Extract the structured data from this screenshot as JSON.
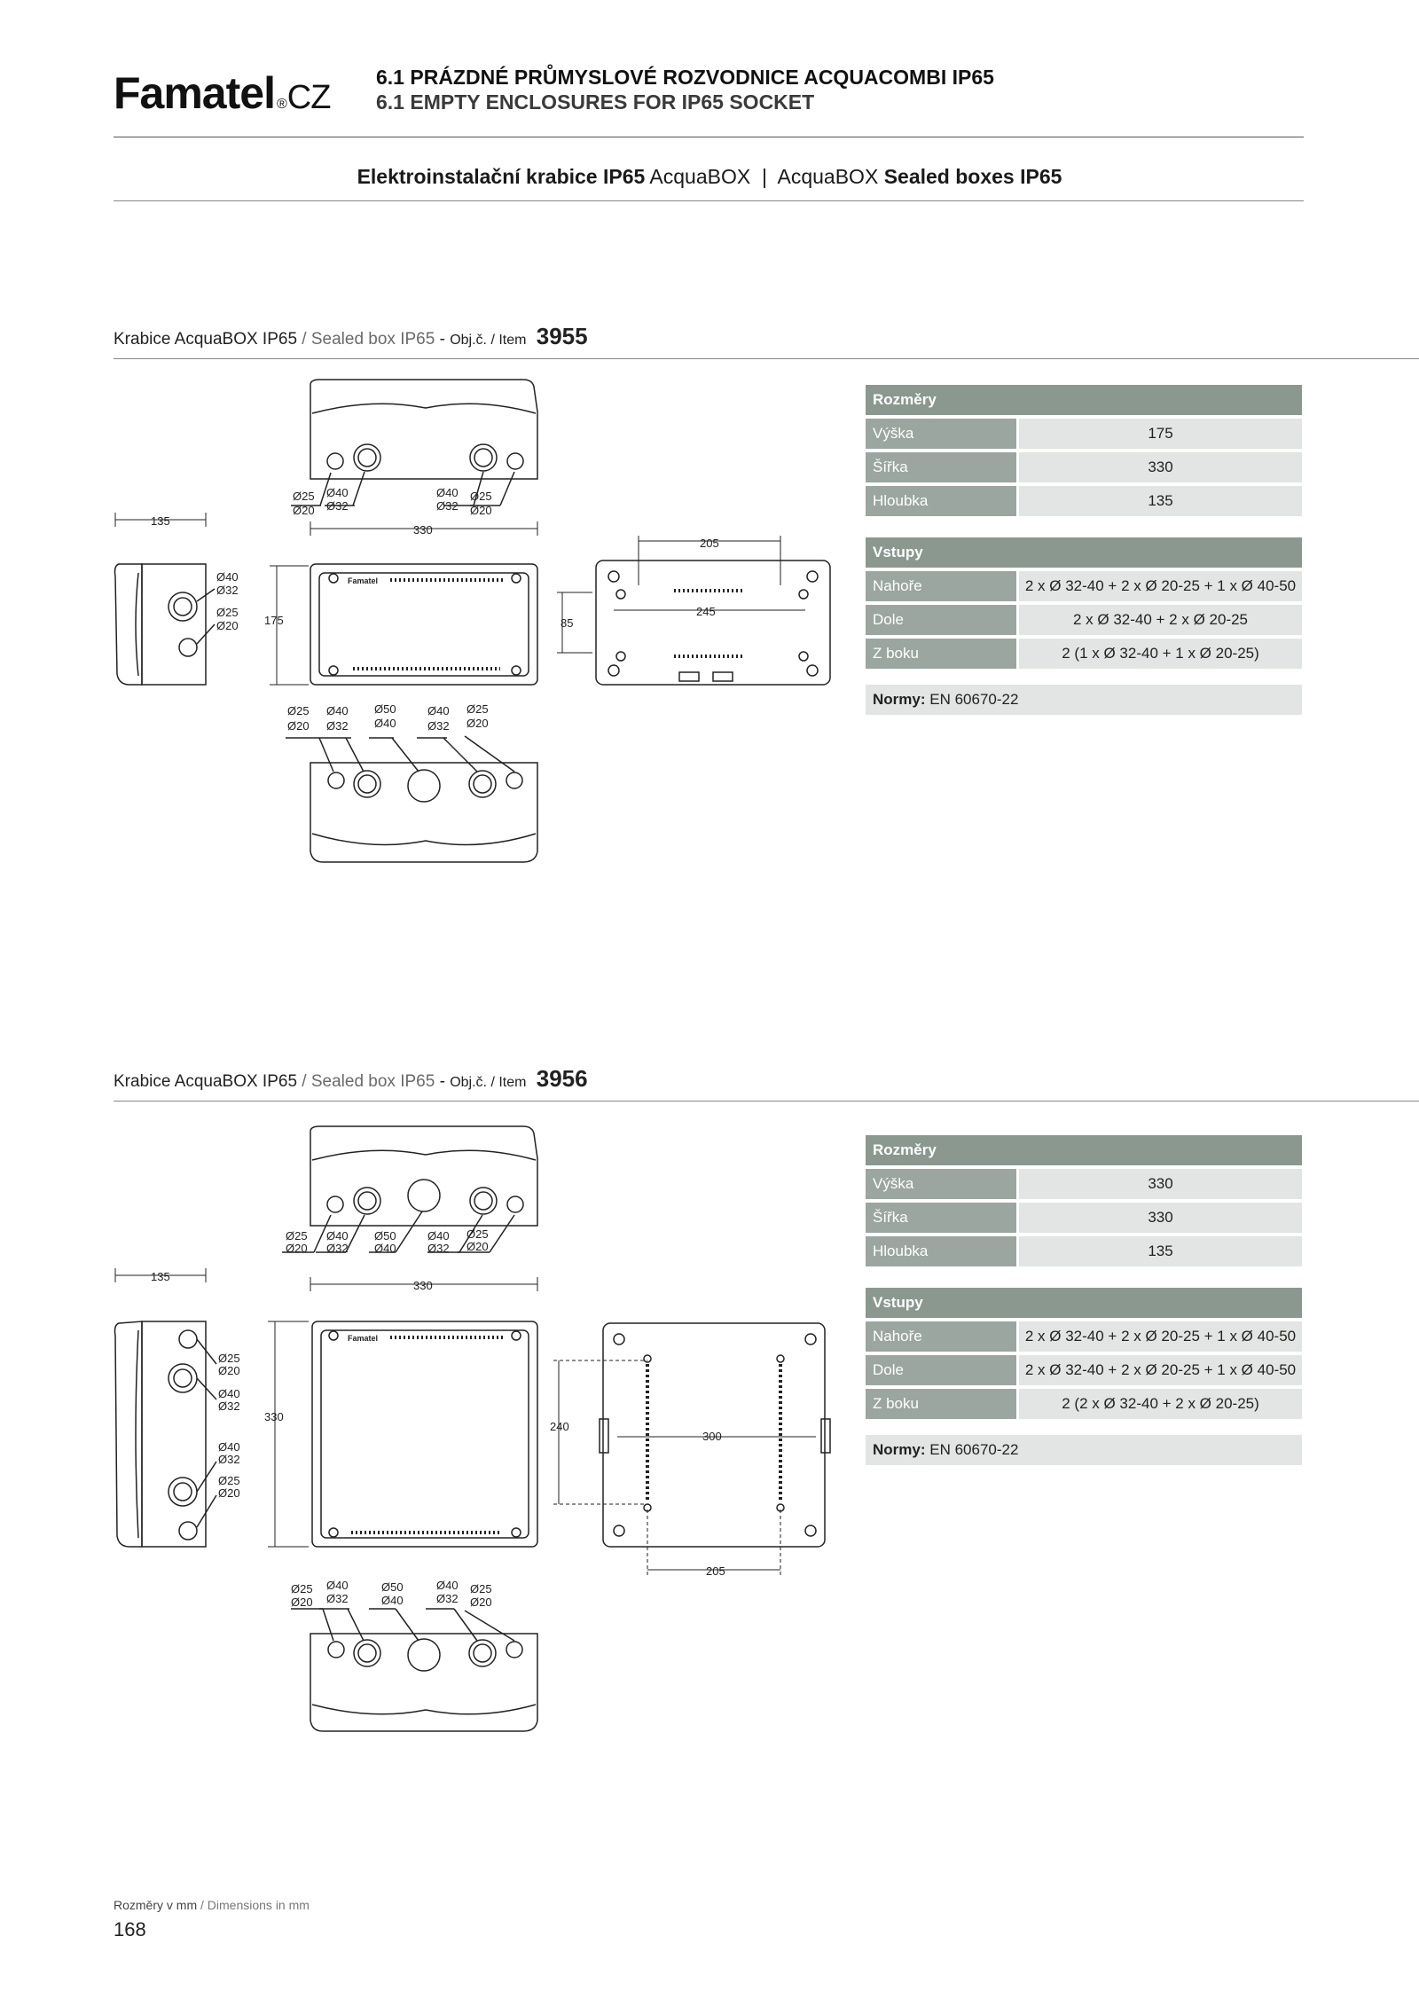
{
  "header": {
    "brand": "Famatel",
    "brand_reg": "®",
    "brand_suffix": "CZ",
    "title_cz": "6.1 PRÁZDNÉ PRŮMYSLOVÉ ROZVODNICE ACQUACOMBI IP65",
    "title_en": "6.1 EMPTY ENCLOSURES FOR IP65 SOCKET"
  },
  "subtitle": {
    "cz_bold": "Elektroinstalační krabice IP65",
    "cz_normal": "AcquaBOX",
    "sep": "|",
    "en_normal": "AcquaBOX",
    "en_bold": "Sealed boxes IP65"
  },
  "items": [
    {
      "head": {
        "cz": "Krabice AcquaBOX IP65",
        "slash": "/",
        "en": "Sealed box IP65",
        "dash": "-",
        "obj": "Obj.č. / Item",
        "number": "3955"
      },
      "specs": {
        "dims_title": "Rozměry",
        "dims": [
          {
            "label": "Výška",
            "value": "175"
          },
          {
            "label": "Šířka",
            "value": "330"
          },
          {
            "label": "Hloubka",
            "value": "135"
          }
        ],
        "inputs_title": "Vstupy",
        "inputs": [
          {
            "label": "Nahoře",
            "value": "2 x Ø 32-40 + 2 x Ø 20-25 + 1 x Ø 40-50"
          },
          {
            "label": "Dole",
            "value": "2 x Ø 32-40 + 2 x Ø 20-25"
          },
          {
            "label": "Z boku",
            "value": "2 (1 x Ø 32-40 + 1 x Ø 20-25)"
          }
        ],
        "norm_label": "Normy:",
        "norm_value": "EN 60670-22"
      },
      "drawing": {
        "top_labels": [
          "Ø25",
          "Ø20",
          "Ø40",
          "Ø32",
          "Ø40",
          "Ø32",
          "Ø25",
          "Ø20"
        ],
        "dim_depth": "135",
        "dim_width": "330",
        "dim_height": "175",
        "side_labels": [
          "Ø40",
          "Ø32",
          "Ø25",
          "Ø20"
        ],
        "front_brand": "Famatel",
        "back_dim_top": "205",
        "back_dim_mid": "245",
        "back_dim_left": "85",
        "bottom_labels": [
          "Ø25",
          "Ø20",
          "Ø40",
          "Ø32",
          "Ø50",
          "Ø40",
          "Ø40",
          "Ø32",
          "Ø25",
          "Ø20"
        ]
      }
    },
    {
      "head": {
        "cz": "Krabice AcquaBOX IP65",
        "slash": "/",
        "en": "Sealed box IP65",
        "dash": "-",
        "obj": "Obj.č. / Item",
        "number": "3956"
      },
      "specs": {
        "dims_title": "Rozměry",
        "dims": [
          {
            "label": "Výška",
            "value": "330"
          },
          {
            "label": "Šířka",
            "value": "330"
          },
          {
            "label": "Hloubka",
            "value": "135"
          }
        ],
        "inputs_title": "Vstupy",
        "inputs": [
          {
            "label": "Nahoře",
            "value": "2 x Ø 32-40 + 2 x Ø 20-25 + 1 x Ø 40-50"
          },
          {
            "label": "Dole",
            "value": "2 x Ø 32-40 + 2 x Ø 20-25 + 1 x Ø 40-50"
          },
          {
            "label": "Z boku",
            "value": "2 (2 x Ø 32-40 + 2 x Ø 20-25)"
          }
        ],
        "norm_label": "Normy:",
        "norm_value": "EN 60670-22"
      },
      "drawing": {
        "top_labels": [
          "Ø25",
          "Ø20",
          "Ø40",
          "Ø32",
          "Ø50",
          "Ø40",
          "Ø40",
          "Ø32",
          "Ø25",
          "Ø20"
        ],
        "dim_depth": "135",
        "dim_width": "330",
        "dim_height": "330",
        "side_labels": [
          "Ø25",
          "Ø20",
          "Ø40",
          "Ø32",
          "Ø40",
          "Ø32",
          "Ø25",
          "Ø20"
        ],
        "front_brand": "Famatel",
        "back_dim_left": "240",
        "back_dim_mid": "300",
        "back_dim_bottom": "205",
        "bottom_labels": [
          "Ø25",
          "Ø20",
          "Ø40",
          "Ø32",
          "Ø50",
          "Ø40",
          "Ø40",
          "Ø32",
          "Ø25",
          "Ø20"
        ]
      }
    }
  ],
  "footer": {
    "note_cz": "Rozměry v mm",
    "note_sep": "/",
    "note_en": "Dimensions in mm",
    "page": "168"
  }
}
